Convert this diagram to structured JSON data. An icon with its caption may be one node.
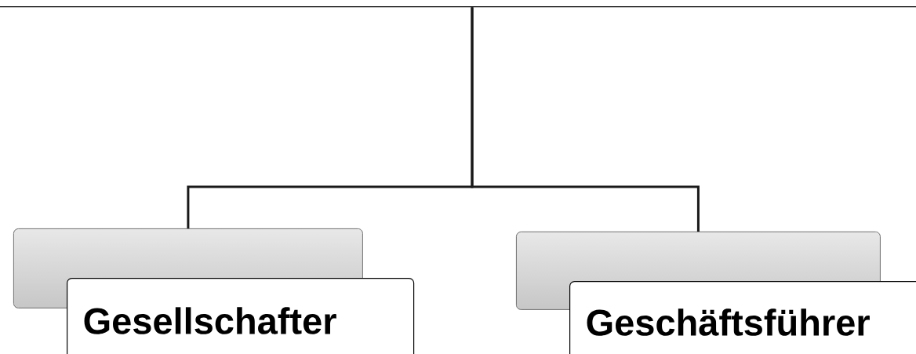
{
  "diagram": {
    "nodes": [
      {
        "text": [],
        "shape": "box"
      },
      {
        "text": [],
        "shape": "box"
      },
      {
        "text": [
          "Gesellschafter"
        ]
      },
      {
        "text": [],
        "shape": "box"
      },
      {
        "text": [
          "Geschäftsführer"
        ]
      }
    ],
    "edges": [
      {
        "from": 0,
        "to": 1,
        "arrow": "none"
      },
      {
        "from": 0,
        "to": 3,
        "arrow": "none"
      }
    ]
  }
}
